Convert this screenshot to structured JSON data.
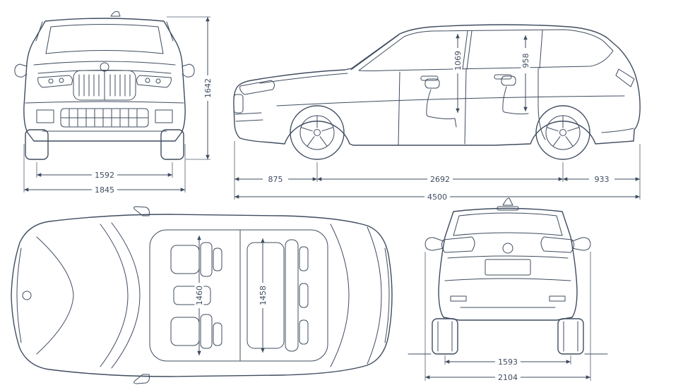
{
  "diagram": {
    "line_color": "#3f4c5f",
    "front_view": {
      "track_width": "1592",
      "overall_width": "1845",
      "overall_height": "1642"
    },
    "side_view": {
      "front_interior_height": "1069",
      "rear_interior_height": "958",
      "front_overhang": "875",
      "wheelbase": "2692",
      "rear_overhang": "933",
      "overall_length": "4500"
    },
    "top_view": {
      "front_interior_width": "1460",
      "rear_interior_width": "1458"
    },
    "rear_view": {
      "rear_track_width": "1593",
      "width_incl_mirrors": "2104"
    }
  }
}
